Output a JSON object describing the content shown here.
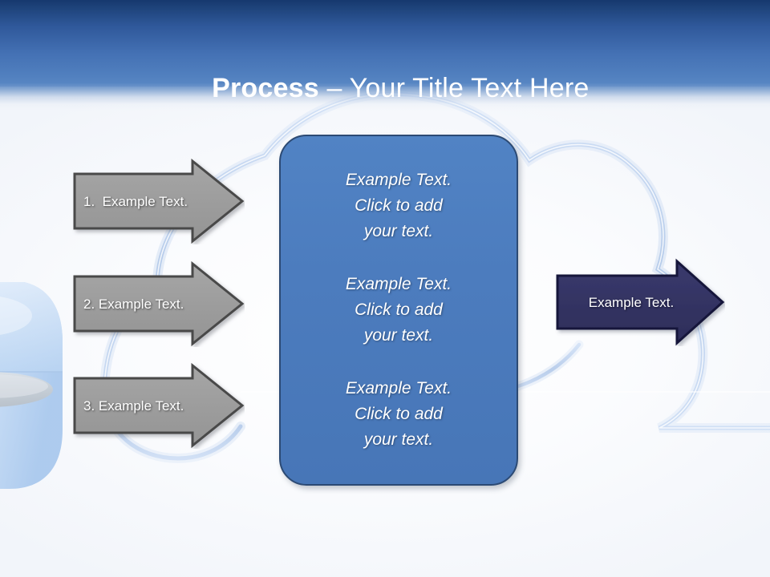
{
  "slide": {
    "title_bold": "Process",
    "title_rest": " – Your Title Text Here"
  },
  "colors": {
    "header_top": "#16386e",
    "header_bottom": "#5a88c4",
    "background": "#f5f7fb",
    "step_arrow_fill": "#9c9c9c",
    "step_arrow_stroke": "#4a4a4a",
    "center_panel_fill": "#4c7cbe",
    "center_panel_stroke": "#2c4a74",
    "result_arrow_fill": "#333362",
    "result_arrow_stroke": "#15153a",
    "cloud_outline": "#b9cdec",
    "mouse_fill": "#c5daf4",
    "text_on_shape": "#ffffff"
  },
  "steps": [
    {
      "label": "1.  Example Text."
    },
    {
      "label": "2. Example Text."
    },
    {
      "label": "3. Example Text."
    }
  ],
  "center_panel": {
    "blocks": [
      {
        "text": "Example Text.\nClick  to add\nyour text."
      },
      {
        "text": "Example Text.\nClick  to add\nyour text."
      },
      {
        "text": "Example Text.\nClick  to add\nyour text."
      }
    ]
  },
  "result": {
    "label": "Example Text."
  },
  "decorations": [
    {
      "name": "cloud-outline",
      "description": "light blue cloud outline behind content"
    },
    {
      "name": "computer-mouse",
      "description": "pale blue computer mouse graphic, lower left, partially off-slide"
    }
  ]
}
